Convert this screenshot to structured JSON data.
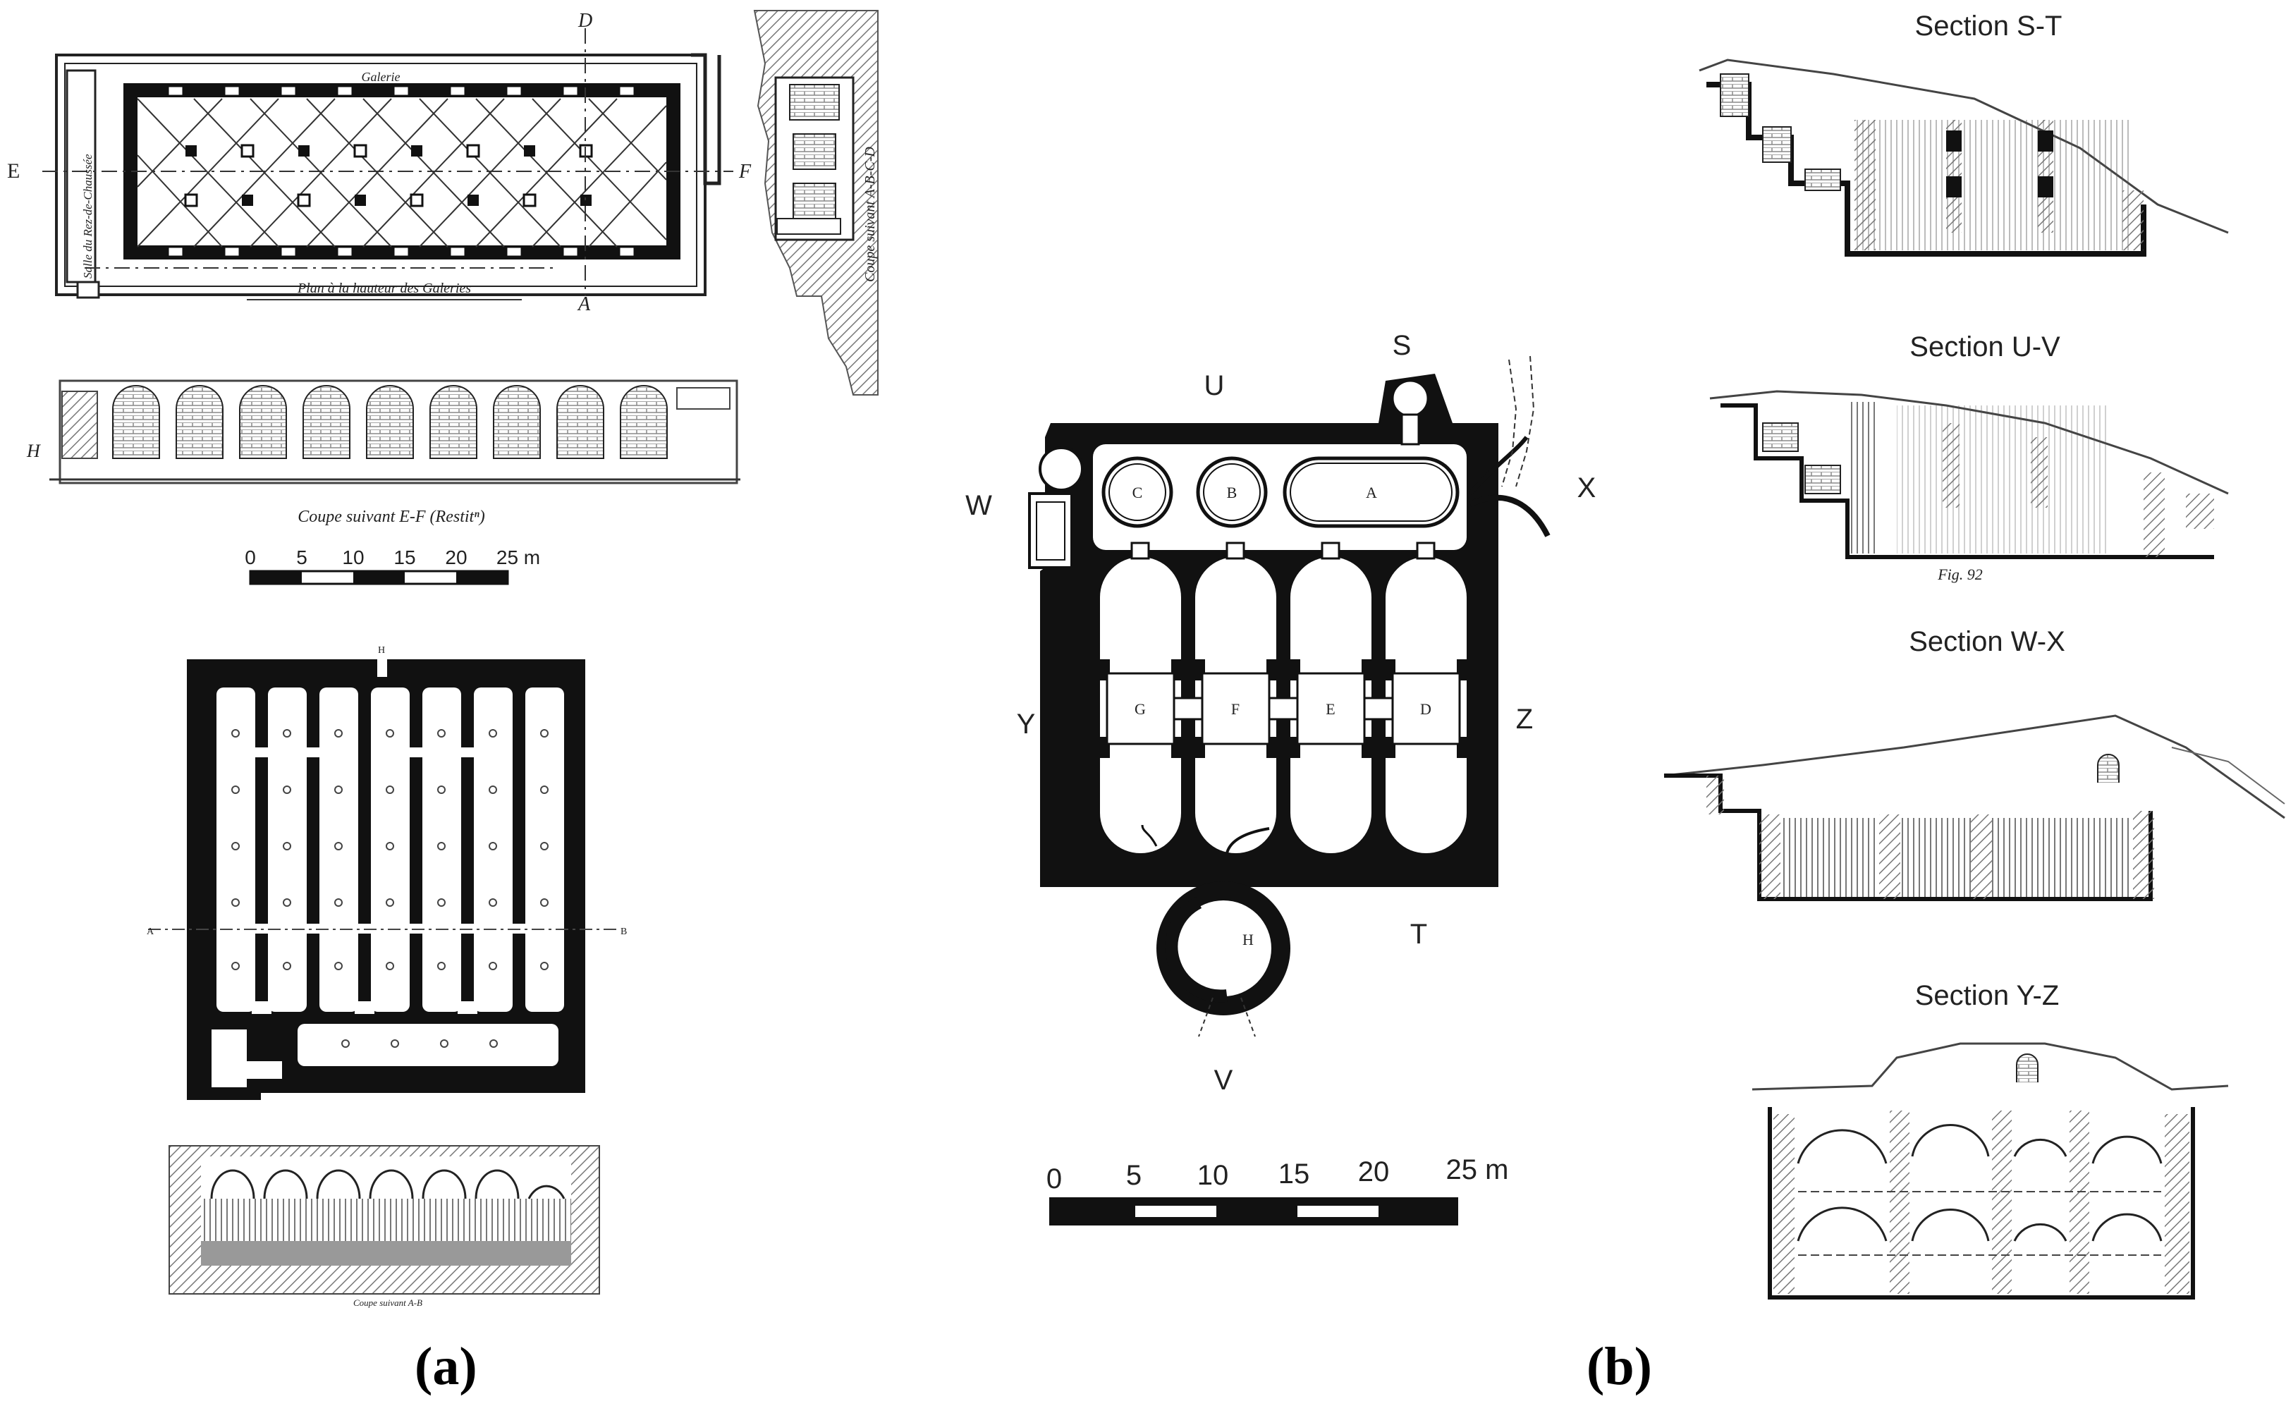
{
  "panel_a": {
    "label_open": "(",
    "label_letter": "a",
    "label_close": ")",
    "plan_top_caption": "Plan à la hauteur des Galeries",
    "galerie_label": "Galerie",
    "salle_label": "Salle du Rez-de-Chaussée",
    "section_side_caption": "Coupe suivant A-B-C-D",
    "section_ef_caption": "Coupe suivant E-F (Restitⁿ)",
    "section_ab_caption": "Coupe suivant A-B",
    "marker_e": "E",
    "marker_f": "F",
    "marker_d": "D",
    "marker_a": "A",
    "marker_b": "B",
    "marker_h": "H",
    "marker_a2": "A",
    "marker_b2": "B",
    "marker_h2": "H",
    "scale_ticks": [
      "0",
      "5",
      "10",
      "15",
      "20",
      "25 m"
    ]
  },
  "panel_b": {
    "label_open": "(",
    "label_letter": "b",
    "label_close": ")",
    "points": {
      "s": "S",
      "u": "U",
      "w": "W",
      "x": "X",
      "y": "Y",
      "z": "Z",
      "t": "T",
      "v": "V"
    },
    "rooms": [
      "A",
      "B",
      "C",
      "D",
      "E",
      "F",
      "G",
      "H"
    ],
    "scale_ticks": [
      "0",
      "5",
      "10",
      "15",
      "20",
      "25 m"
    ],
    "sections": [
      "Section S-T",
      "Section U-V",
      "Section W-X",
      "Section Y-Z"
    ],
    "fig_caption": "Fig. 92"
  },
  "colors": {
    "ink": "#1a1a1a",
    "hatch": "#777777",
    "paper": "#ffffff"
  }
}
